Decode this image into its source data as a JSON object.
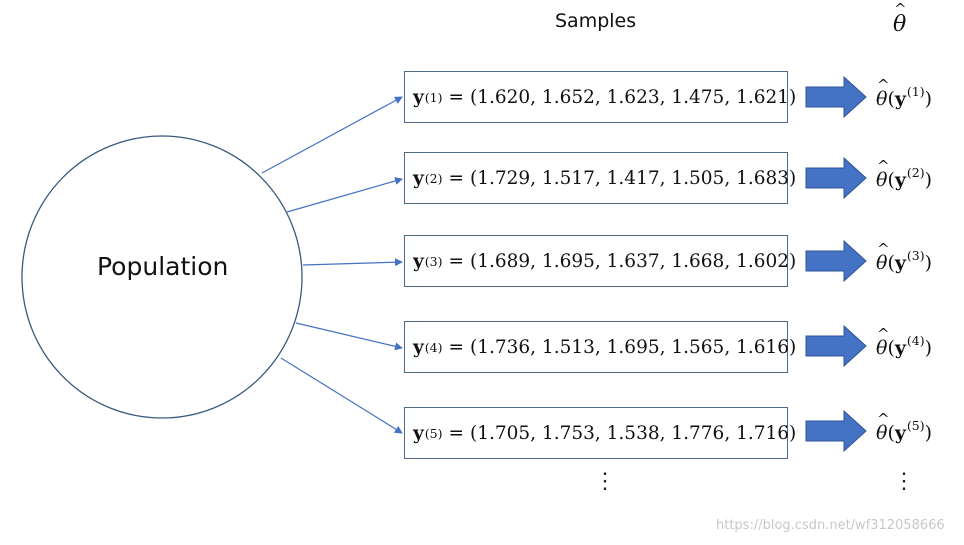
{
  "headers": {
    "samples": "Samples",
    "estimator": "θ"
  },
  "population": {
    "label": "Population"
  },
  "samples": [
    {
      "index": "(1)",
      "values": "(1.620, 1.652, 1.623, 1.475, 1.621)"
    },
    {
      "index": "(2)",
      "values": "(1.729, 1.517, 1.417, 1.505, 1.683)"
    },
    {
      "index": "(3)",
      "values": "(1.689, 1.695, 1.637, 1.668, 1.602)"
    },
    {
      "index": "(4)",
      "values": "(1.736, 1.513, 1.695, 1.565, 1.616)"
    },
    {
      "index": "(5)",
      "values": "(1.705, 1.753, 1.538, 1.776, 1.716)"
    }
  ],
  "symbols": {
    "sample_var": "y",
    "equals": "=",
    "estimator_symbol": "θ"
  },
  "continuation": "⋮",
  "watermark": "https://blog.csdn.net/wf312058666",
  "colors": {
    "arrow_fill": "#4472c4",
    "arrow_stroke": "#2f5597",
    "box_border": "#4d6a8a",
    "circle_stroke": "#3a5a80",
    "line": "#4472c4"
  }
}
